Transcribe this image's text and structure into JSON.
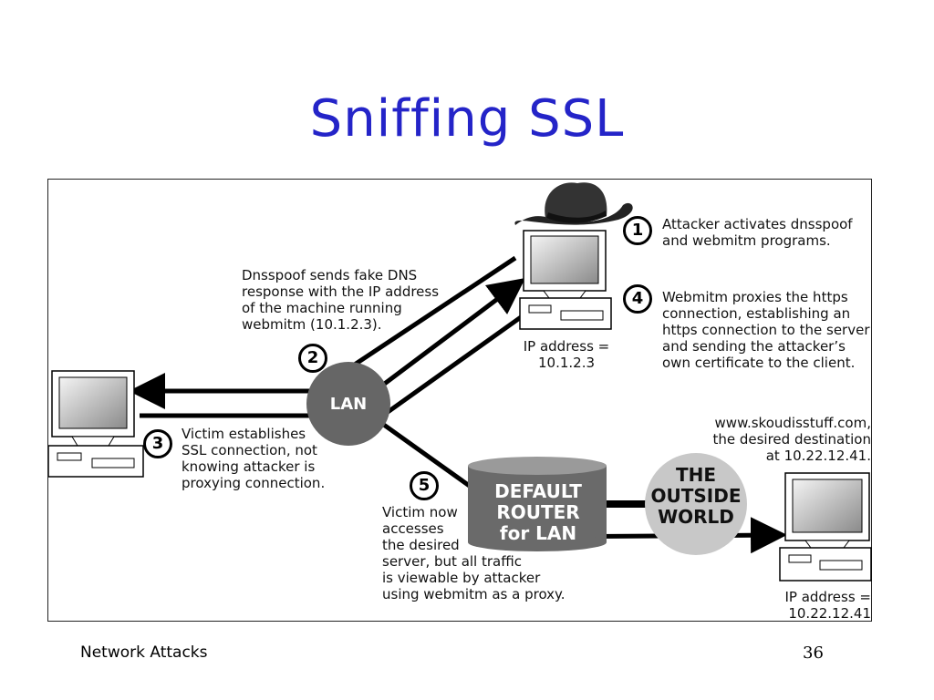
{
  "slide": {
    "title": "Sniffing SSL",
    "footer_left": "Network Attacks",
    "page_number": "36"
  },
  "diagram": {
    "hub_label": "LAN",
    "router_label": "DEFAULT\nROUTER\nfor LAN",
    "world_label": "THE\nOUTSIDE\nWORLD",
    "attacker_ip": "IP address =\n10.1.2.3",
    "server_caption": "www.skoudisstuff.com,\nthe desired destination\nat 10.22.12.41.",
    "server_ip": "IP address =\n10.22.12.41",
    "steps": [
      {
        "number": "1",
        "text": "Attacker activates dnsspoof\nand webmitm programs."
      },
      {
        "number": "2",
        "text": "Dnsspoof sends fake DNS\nresponse with the IP address\nof the machine running\nwebmitm (10.1.2.3)."
      },
      {
        "number": "3",
        "text": "Victim establishes\nSSL connection, not\nknowing attacker is\nproxying connection."
      },
      {
        "number": "4",
        "text": "Webmitm proxies the https\nconnection, establishing an\nhttps connection to the server\nand sending the attacker’s\nown certificate to the client."
      },
      {
        "number": "5",
        "text": "Victim now\naccesses\nthe desired\nserver, but all traffic\nis viewable by attacker\nusing webmitm as a proxy."
      }
    ]
  }
}
